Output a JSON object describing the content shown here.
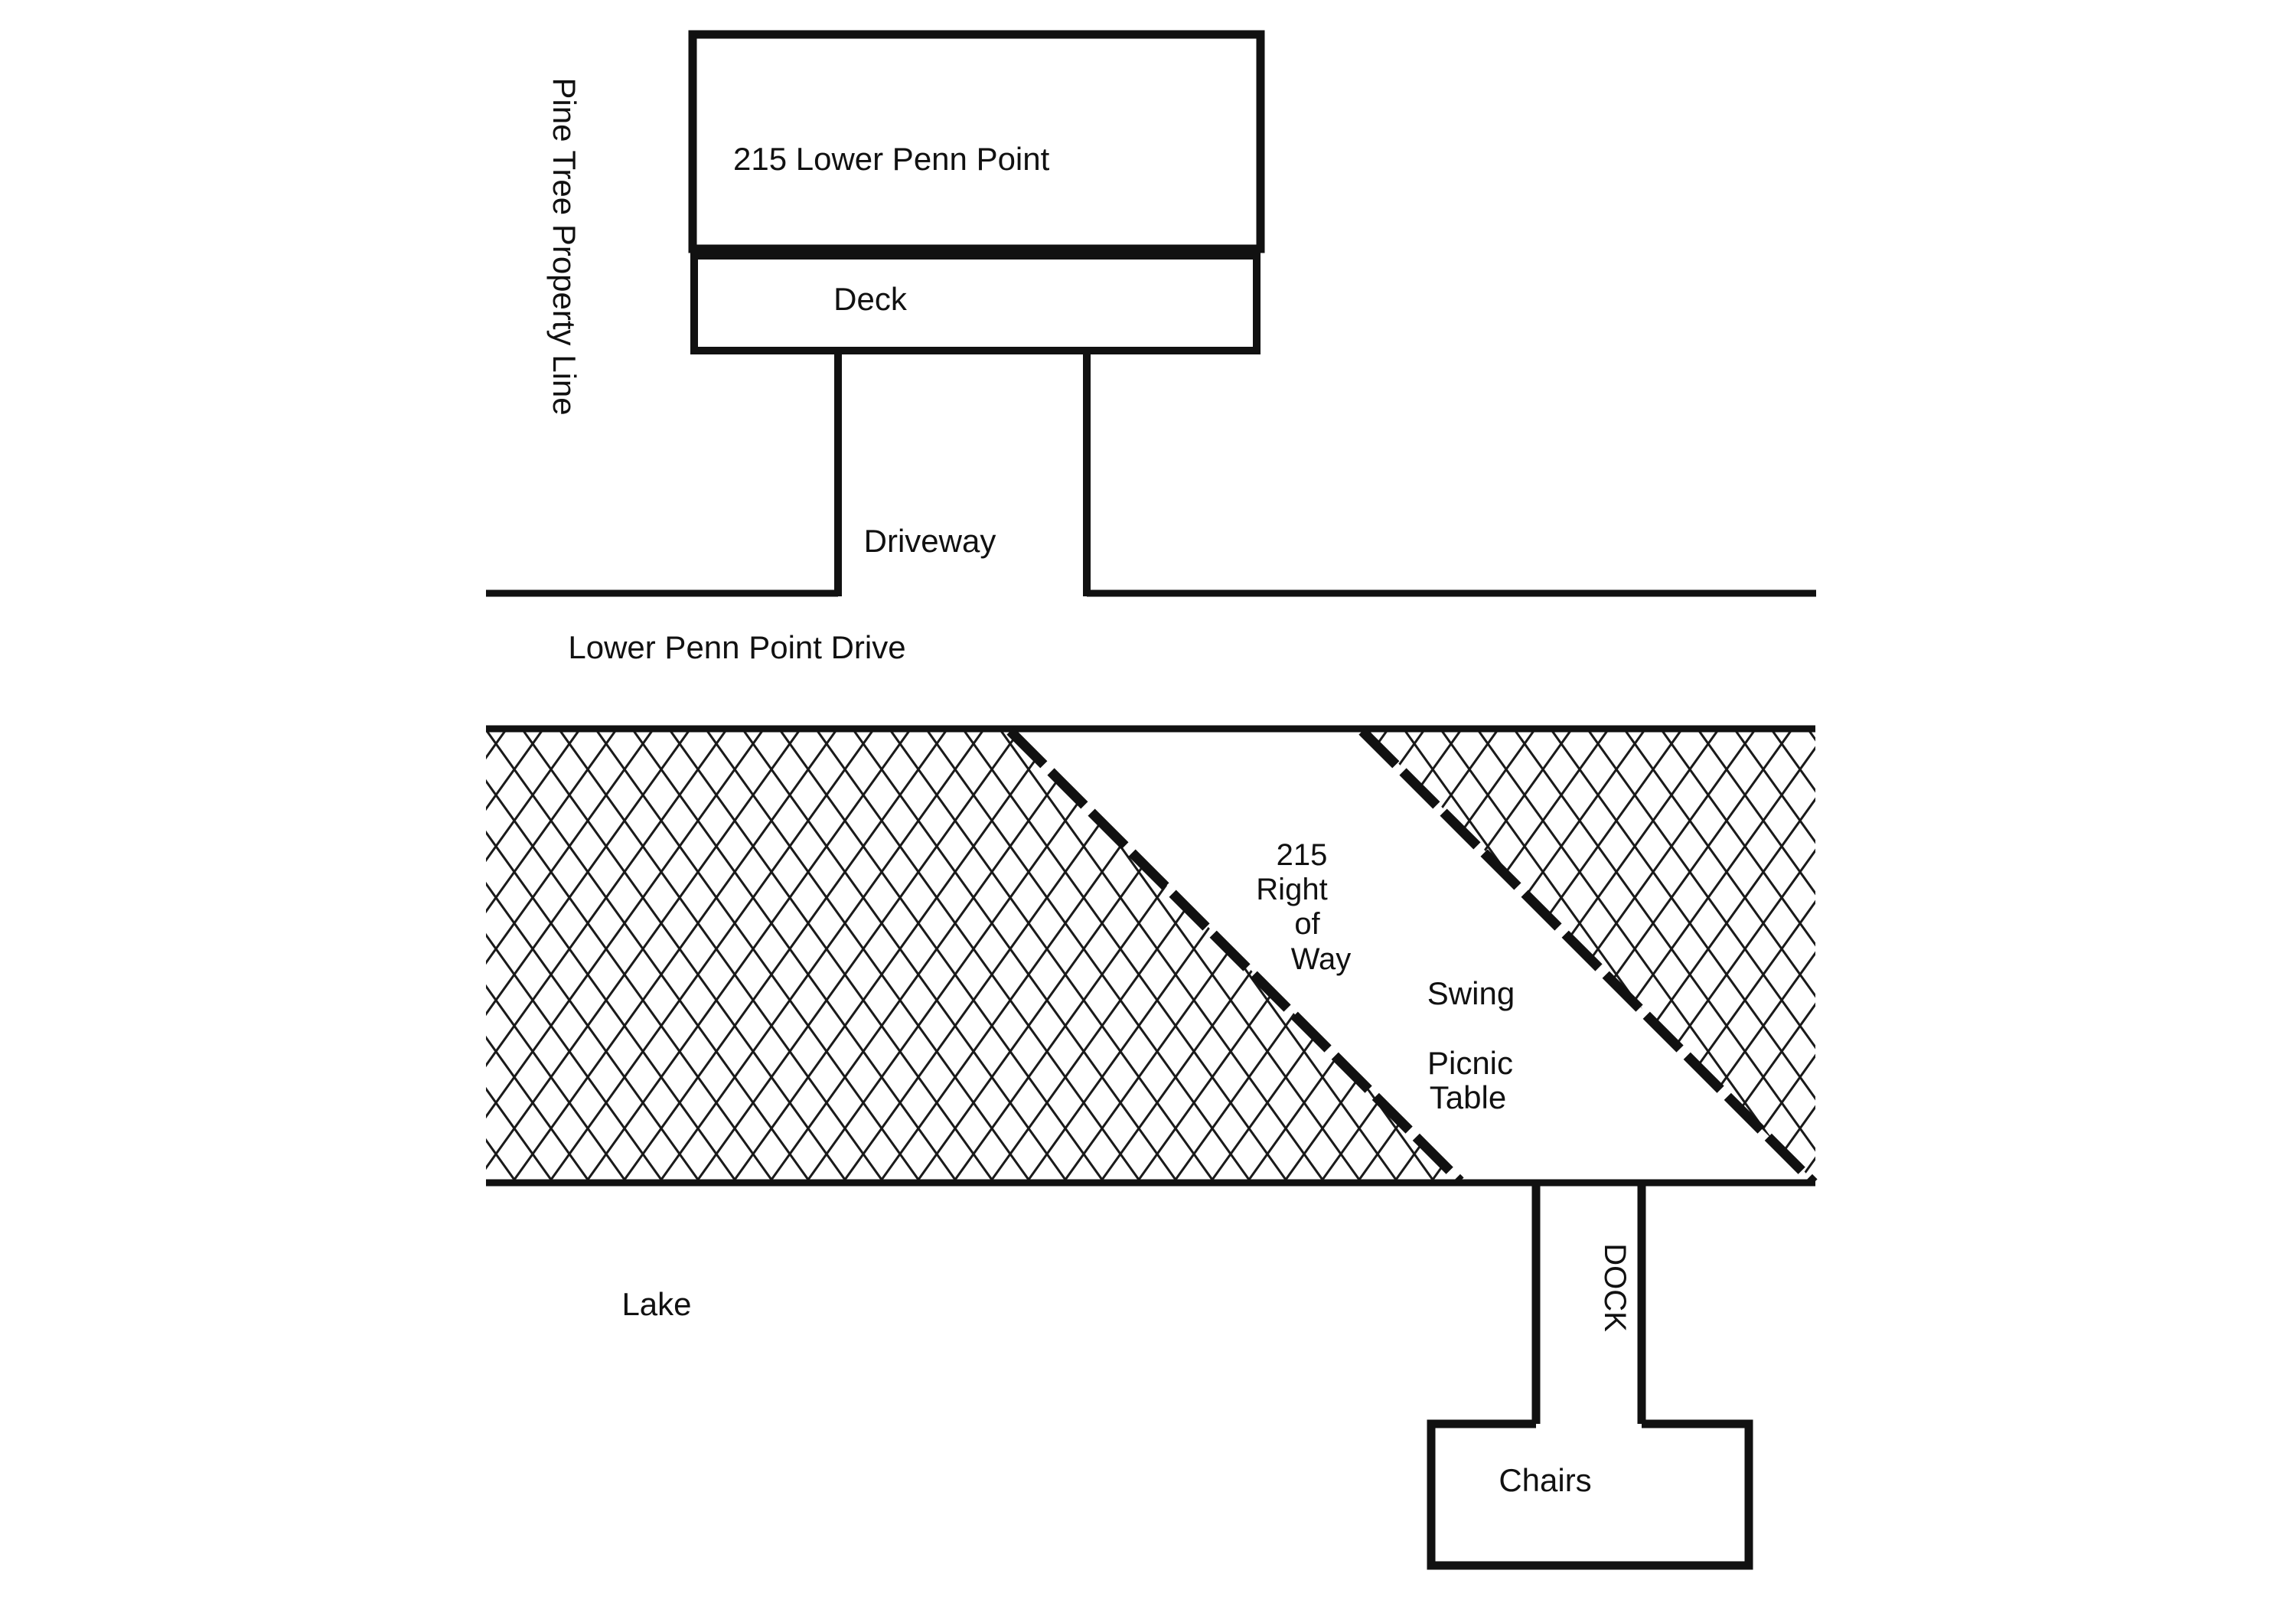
{
  "diagram": {
    "title_hint": "Site plan of 215 Lower Penn Point",
    "property_line_label": "Pine Tree Property Line",
    "house": {
      "label": "215 Lower Penn Point"
    },
    "deck": {
      "label": "Deck"
    },
    "driveway": {
      "label": "Driveway"
    },
    "road": {
      "label": "Lower Penn Point Drive"
    },
    "right_of_way": {
      "lines": [
        "215",
        "Right",
        "of",
        "Way"
      ]
    },
    "features": {
      "swing": "Swing",
      "picnic_line1": "Picnic",
      "picnic_line2": "Table"
    },
    "lake": {
      "label": "Lake"
    },
    "dock": {
      "label": "DOCK"
    },
    "chairs": {
      "label": "Chairs"
    },
    "colors": {
      "line": "#111111",
      "hatch": "#1a1a1a",
      "background": "#ffffff"
    }
  }
}
